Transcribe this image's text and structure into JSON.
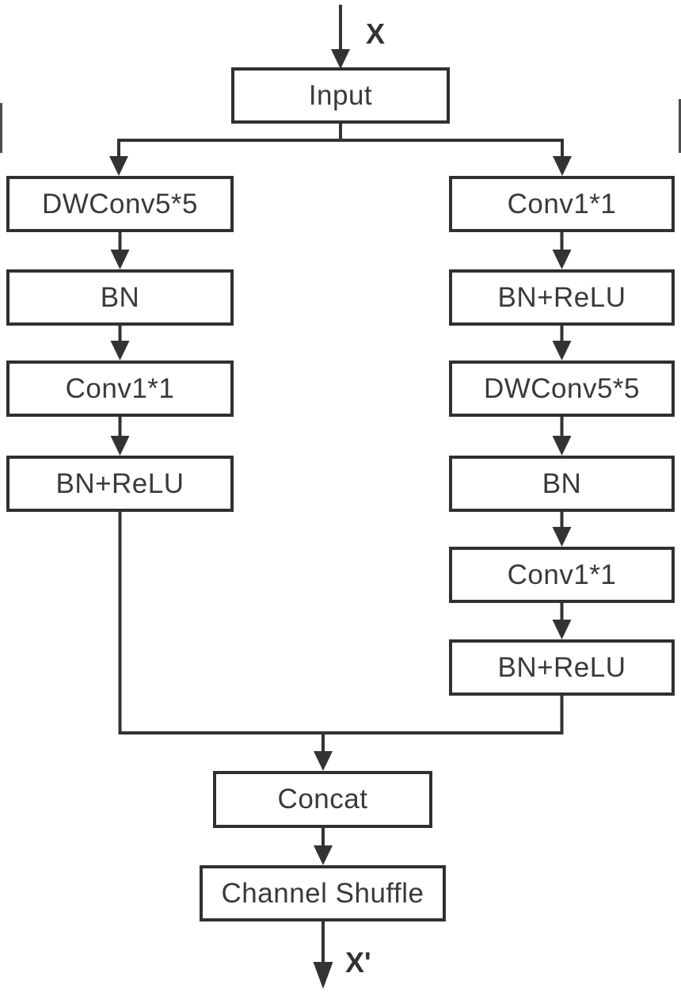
{
  "figure": {
    "input_var": "X",
    "output_var": "X'",
    "nodes": {
      "input": "Input",
      "left_branch": [
        "DWConv5*5",
        "BN",
        "Conv1*1",
        "BN+ReLU"
      ],
      "right_branch": [
        "Conv1*1",
        "BN+ReLU",
        "DWConv5*5",
        "BN",
        "Conv1*1",
        "BN+ReLU"
      ],
      "concat": "Concat",
      "channel_shuffle": "Channel Shuffle"
    },
    "colors": {
      "line": "#333333",
      "box_border": "#303030",
      "box_fill": "#ffffff",
      "text": "#3a3a3a",
      "background": "#ffffff"
    }
  }
}
